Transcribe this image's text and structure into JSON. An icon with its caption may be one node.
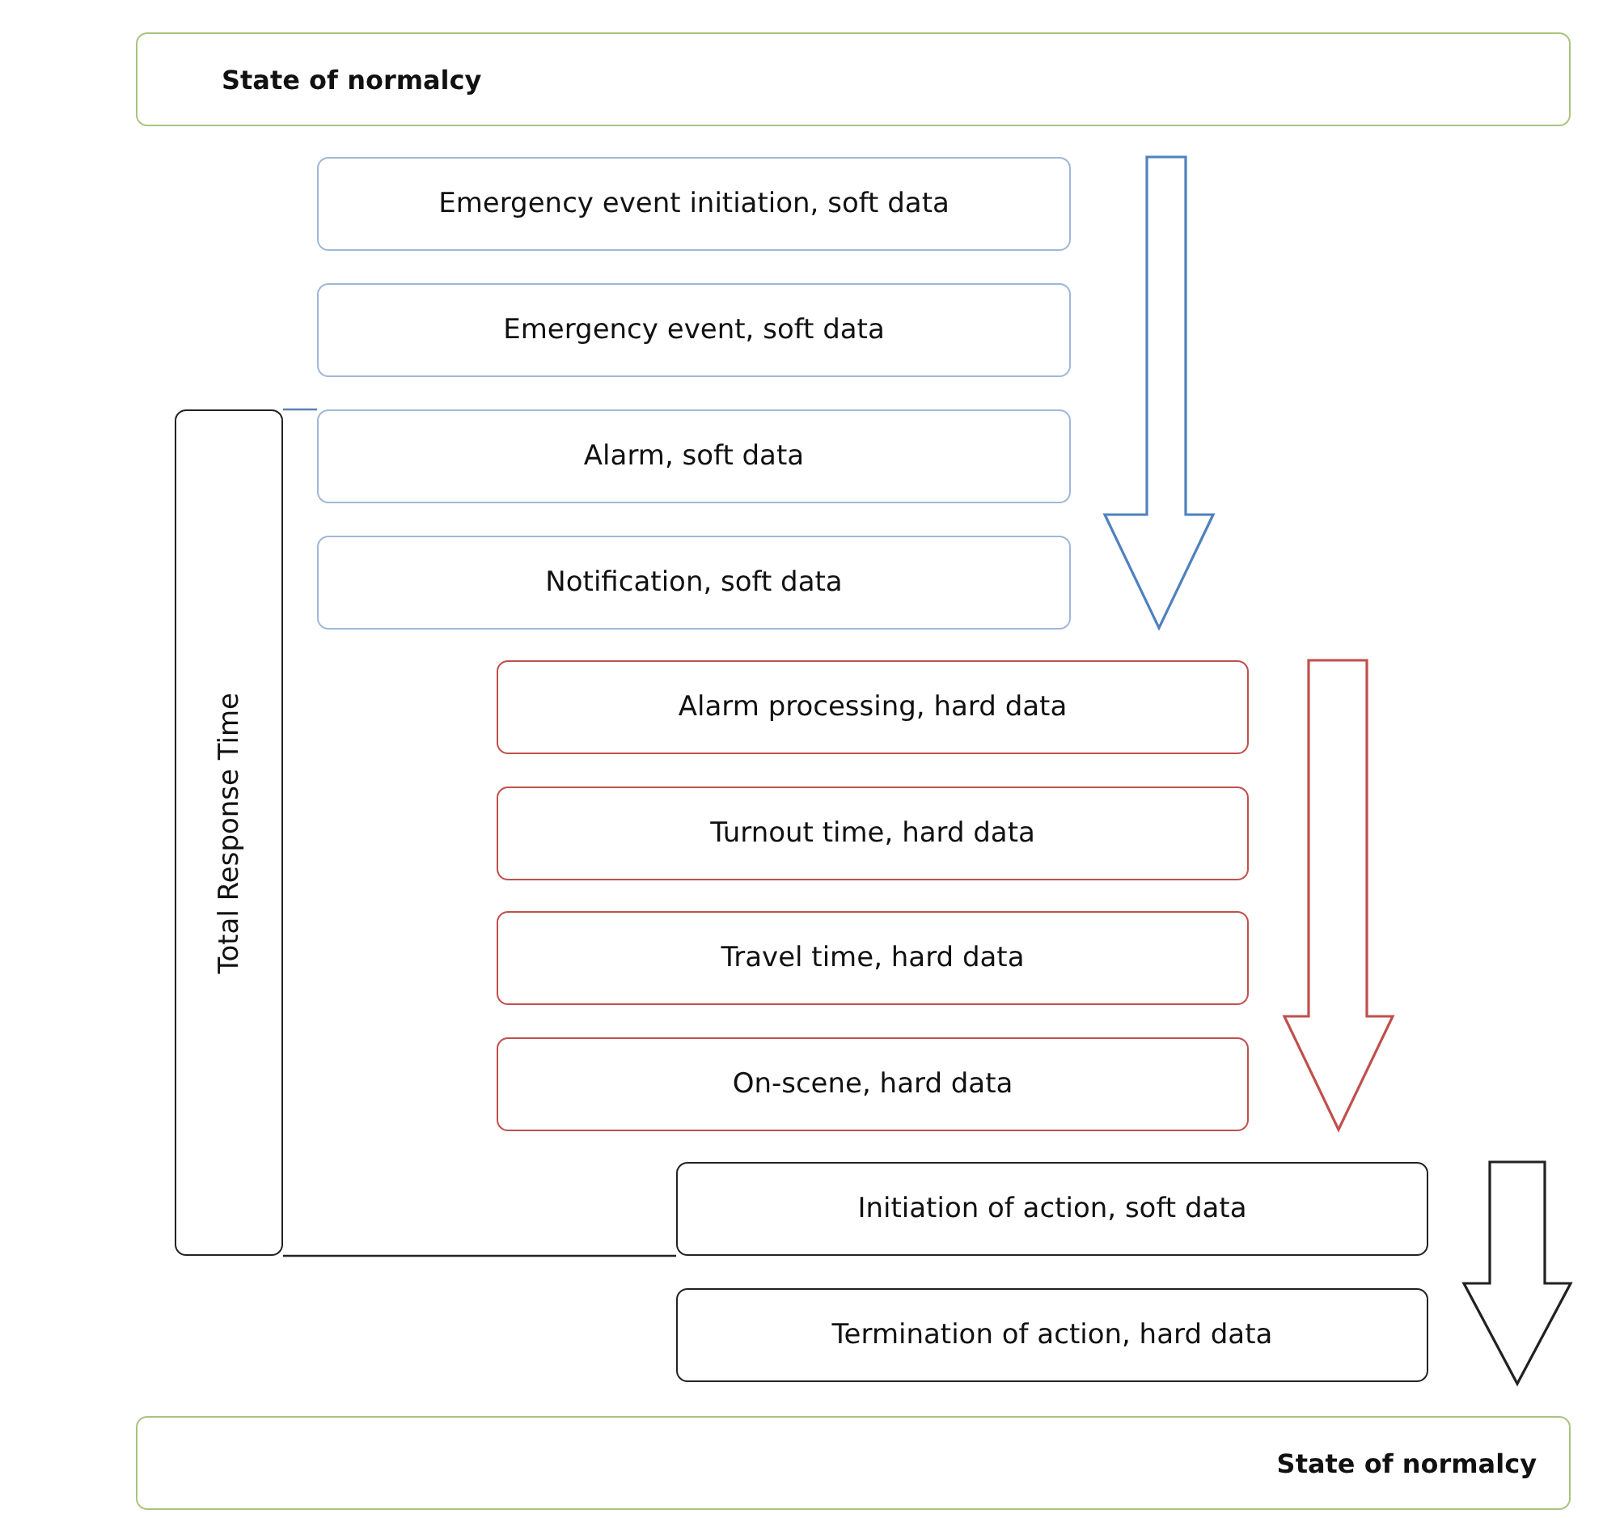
{
  "diagram": {
    "nodes": [
      {
        "text": [
          "State of normalcy"
        ]
      },
      {
        "text": [
          "Emergency event initiation, soft data"
        ]
      },
      {
        "text": [
          "Emergency event, soft data"
        ]
      },
      {
        "text": [
          "Alarm, soft data"
        ]
      },
      {
        "text": [
          "Notification, soft data"
        ]
      },
      {
        "text": [
          "Alarm processing, hard data"
        ]
      },
      {
        "text": [
          "Turnout time, hard data"
        ]
      },
      {
        "text": [
          "Travel time, hard data"
        ]
      },
      {
        "text": [
          "On-scene, hard data"
        ]
      },
      {
        "text": [
          "Initiation of action, soft data"
        ]
      },
      {
        "text": [
          "Termination of action, hard data"
        ]
      },
      {
        "text": [
          "State of normalcy"
        ]
      },
      {
        "text": [
          "Total Response Time"
        ]
      }
    ],
    "edges": [
      {
        "from": 0,
        "to": 5,
        "arrow": "to",
        "style": "thick",
        "color": "#4f81bd"
      },
      {
        "from": null,
        "to": 9,
        "arrow": "to",
        "style": "thick",
        "color": "#c0504d"
      },
      {
        "from": null,
        "to": 11,
        "arrow": "to",
        "style": "thick",
        "color": "#222222"
      },
      {
        "from": 12,
        "to": 3,
        "arrow": "none",
        "color": "#5b7fb5"
      },
      {
        "from": 12,
        "to": 9,
        "arrow": "none",
        "color": "#222222"
      }
    ]
  }
}
